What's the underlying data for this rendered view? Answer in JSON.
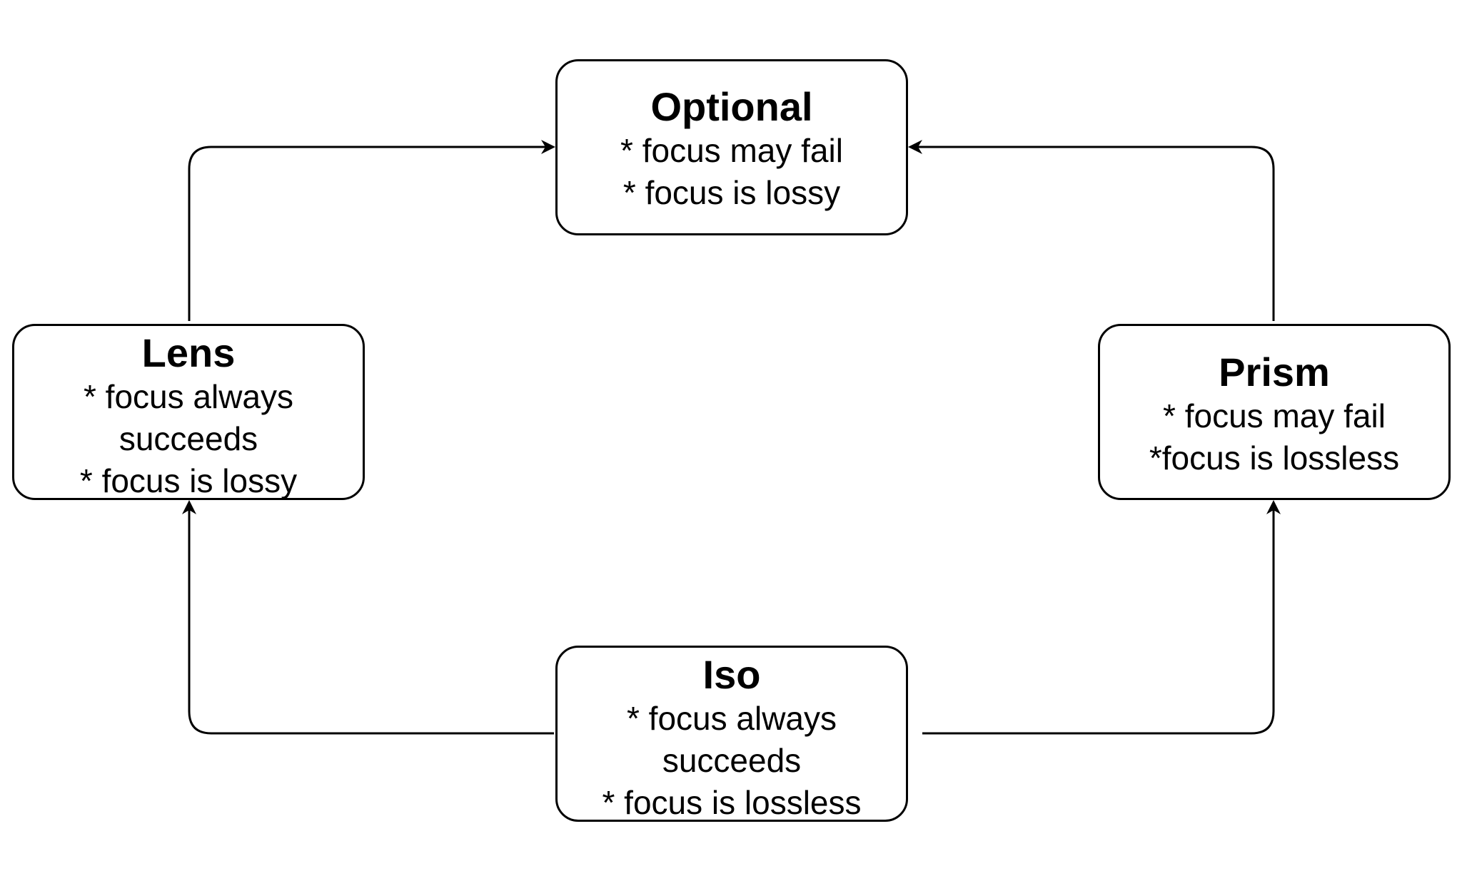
{
  "colors": {
    "stroke": "#000000",
    "background": "#ffffff",
    "text": "#000000"
  },
  "nodes": {
    "optional": {
      "title": "Optional",
      "lines": [
        "* focus may fail",
        "* focus is lossy"
      ]
    },
    "lens": {
      "title": "Lens",
      "lines": [
        "* focus always",
        "succeeds",
        "* focus is lossy"
      ]
    },
    "prism": {
      "title": "Prism",
      "lines": [
        "* focus may fail",
        "*focus is lossless"
      ]
    },
    "iso": {
      "title": "Iso",
      "lines": [
        "* focus always",
        "succeeds",
        "* focus is lossless"
      ]
    }
  },
  "edges": [
    {
      "from": "lens",
      "to": "optional"
    },
    {
      "from": "prism",
      "to": "optional"
    },
    {
      "from": "iso",
      "to": "lens"
    },
    {
      "from": "iso",
      "to": "prism"
    }
  ]
}
